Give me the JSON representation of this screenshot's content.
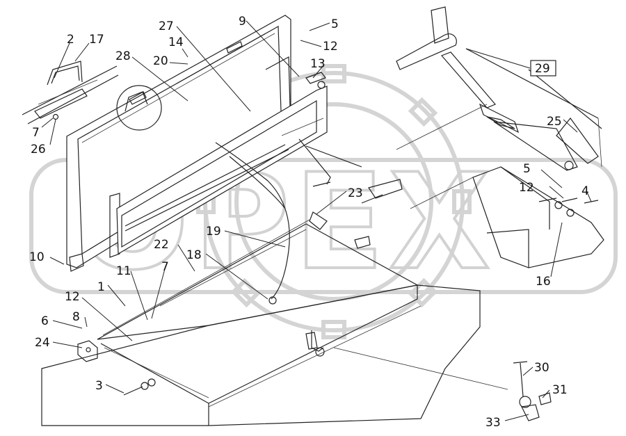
{
  "diagram": {
    "watermark": "OPEX",
    "callouts": [
      {
        "id": "c2",
        "text": "2"
      },
      {
        "id": "c17",
        "text": "17"
      },
      {
        "id": "c28",
        "text": "28"
      },
      {
        "id": "c14",
        "text": "14"
      },
      {
        "id": "c20",
        "text": "20"
      },
      {
        "id": "c27",
        "text": "27"
      },
      {
        "id": "c9",
        "text": "9"
      },
      {
        "id": "c5a",
        "text": "5"
      },
      {
        "id": "c12a",
        "text": "12"
      },
      {
        "id": "c13",
        "text": "13"
      },
      {
        "id": "c29",
        "text": "29"
      },
      {
        "id": "c25",
        "text": "25"
      },
      {
        "id": "c7a",
        "text": "7"
      },
      {
        "id": "c26",
        "text": "26"
      },
      {
        "id": "c5b",
        "text": "5"
      },
      {
        "id": "c12b",
        "text": "12"
      },
      {
        "id": "c4",
        "text": "4"
      },
      {
        "id": "c23",
        "text": "23"
      },
      {
        "id": "c19",
        "text": "19"
      },
      {
        "id": "c22",
        "text": "22"
      },
      {
        "id": "c18",
        "text": "18"
      },
      {
        "id": "c10",
        "text": "10"
      },
      {
        "id": "c16",
        "text": "16"
      },
      {
        "id": "c11",
        "text": "11"
      },
      {
        "id": "c7b",
        "text": "7"
      },
      {
        "id": "c1",
        "text": "1"
      },
      {
        "id": "c12c",
        "text": "12"
      },
      {
        "id": "c8",
        "text": "8"
      },
      {
        "id": "c6",
        "text": "6"
      },
      {
        "id": "c24",
        "text": "24"
      },
      {
        "id": "c3",
        "text": "3"
      },
      {
        "id": "c30",
        "text": "30"
      },
      {
        "id": "c31",
        "text": "31"
      },
      {
        "id": "c33",
        "text": "33"
      }
    ]
  }
}
